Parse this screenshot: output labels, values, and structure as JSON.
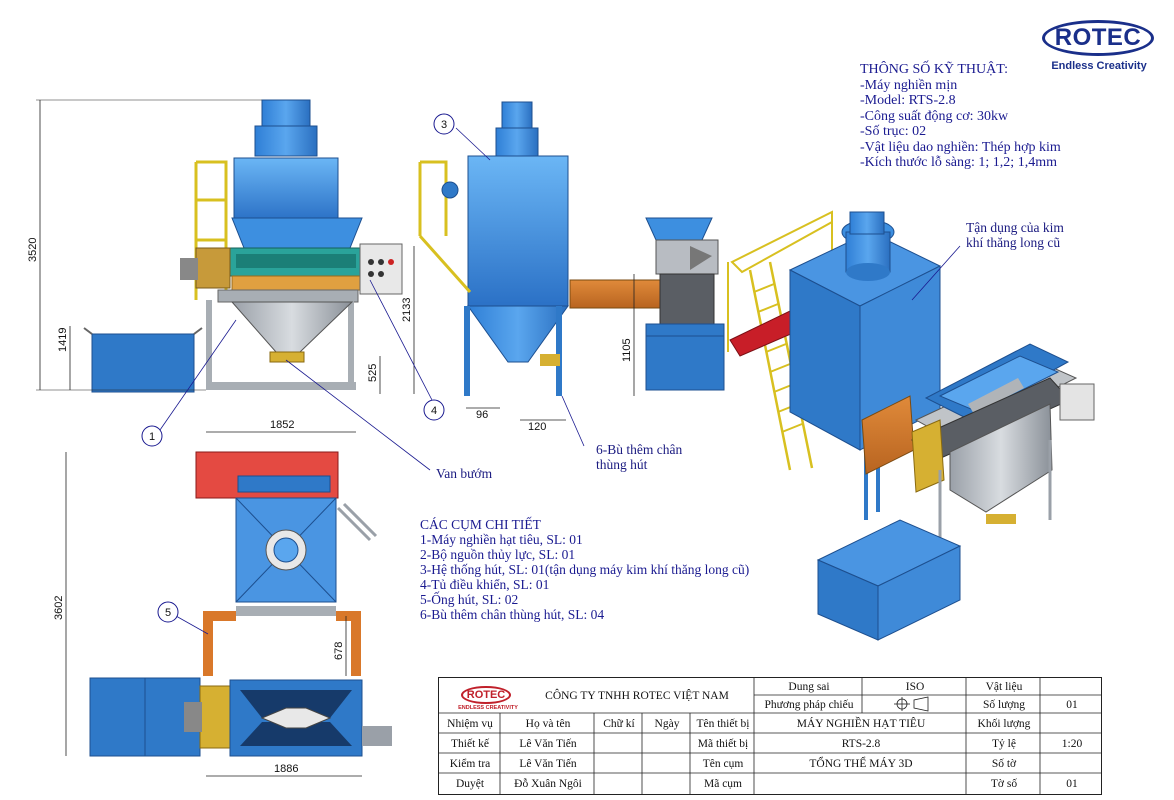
{
  "logo": {
    "brand": "ROTEC",
    "tagline": "Endless Creativity"
  },
  "specs": {
    "heading": "THÔNG SỐ KỸ THUẬT:",
    "lines": [
      "-Máy nghiền mịn",
      "-Model: RTS-2.8",
      "-Công suất động cơ: 30kw",
      "-Số trục: 02",
      "-Vật liệu dao nghiền: Thép hợp kim",
      "-Kích thước lỗ sàng: 1; 1,2; 1,4mm"
    ]
  },
  "parts": {
    "heading": "CÁC CỤM CHI TIẾT",
    "lines": [
      "1-Máy nghiền hạt tiêu, SL: 01",
      "2-Bộ nguồn thủy lực, SL: 01",
      "3-Hệ thống hút, SL: 01(tận dụng máy kim khí thăng long cũ)",
      "4-Tủ điều khiển, SL: 01",
      "5-Ống hút, SL: 02",
      "6-Bù thêm chân thùng hút, SL: 04"
    ]
  },
  "callouts": {
    "van_buom": "Van bướm",
    "bu_them_line1": "6-Bù thêm chân",
    "bu_them_line2": "thùng hút",
    "tan_dung_line1": "Tận dụng của kim",
    "tan_dung_line2": "khí thăng long cũ"
  },
  "balloons": {
    "b1": "1",
    "b3": "3",
    "b4": "4",
    "b5": "5"
  },
  "dimensions": {
    "d3520": "3520",
    "d1419": "1419",
    "d2133": "2133",
    "d525": "525",
    "d1852": "1852",
    "d96": "96",
    "d120": "120",
    "d1105": "1105",
    "d3602": "3602",
    "d678": "678",
    "d1886": "1886"
  },
  "title_block": {
    "company": "CÔNG TY TNHH ROTEC VIỆT NAM",
    "logo_brand": "ROTEC",
    "logo_tagline": "ENDLESS CREATIVITY",
    "dung_sai_label": "Dung sai",
    "dung_sai_value": "ISO",
    "vat_lieu_label": "Vật liệu",
    "phuong_phap_label": "Phương pháp chiếu",
    "so_luong_label": "Số lượng",
    "so_luong_value": "01",
    "nhiem_vu_label": "Nhiệm vụ",
    "ho_ten_label": "Họ và tên",
    "chu_ki_label": "Chữ kí",
    "ngay_label": "Ngày",
    "ten_thiet_bi_label": "Tên thiết bị",
    "ten_thiet_bi_value": "MÁY NGHIỀN HẠT TIÊU",
    "khoi_luong_label": "Khối lượng",
    "thiet_ke_label": "Thiết kế",
    "thiet_ke_name": "Lê Văn Tiến",
    "ma_thiet_bi_label": "Mã thiết bị",
    "ma_thiet_bi_value": "RTS-2.8",
    "ty_le_label": "Tỷ lệ",
    "ty_le_value": "1:20",
    "kiem_tra_label": "Kiểm tra",
    "kiem_tra_name": "Lê Văn Tiến",
    "ten_cum_label": "Tên cụm",
    "ten_cum_value": "TỔNG THỂ MÁY 3D",
    "so_to_label": "Số tờ",
    "duyet_label": "Duyệt",
    "duyet_name": "Đỗ Xuân Ngôi",
    "ma_cum_label": "Mã cụm",
    "to_so_label": "Tờ số",
    "to_so_value": "01"
  }
}
